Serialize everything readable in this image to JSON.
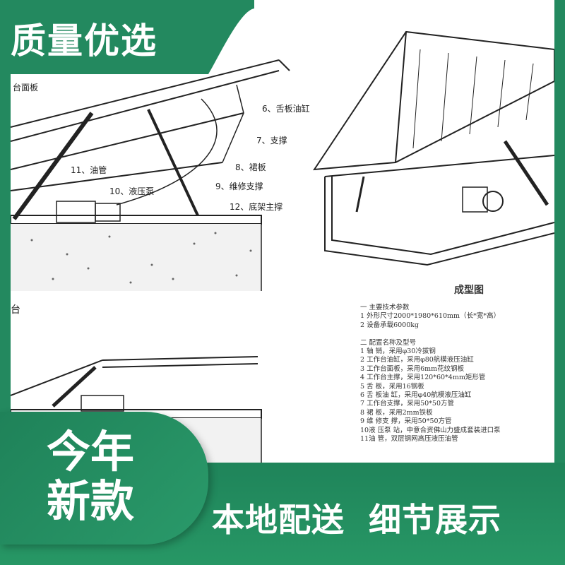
{
  "banner_top": {
    "text": "质量优选"
  },
  "banner_new": {
    "line1": "今年",
    "line2": "新款"
  },
  "banner_bottom": {
    "text": "本地配送  细节展示"
  },
  "drawing": {
    "labels": {
      "panel": "台面板",
      "l6": "6、舌板油缸",
      "l7": "7、支撑",
      "l8": "8、裙板",
      "l9": "9、维修支撑",
      "l10": "10、液压泵",
      "l11": "11、油管",
      "l12": "12、底架主撑",
      "tai": "台"
    },
    "figure_title": "成型图",
    "spec_lines": [
      "一  主要技术参数",
      "1  外形尺寸2000*1980*610mm（长*宽*高）",
      "2  设备承载6000kg",
      "",
      "二    配置名称及型号",
      "1  轴          销，采用φ30冷拔钢",
      "2  工作台油缸，采用φ80航模液压油缸",
      "3  工作台面板，采用6mm花纹钢板",
      "4  工作台主撑，采用120*60*4mm矩形管",
      "5  舌          板，采用16钢板",
      "6  舌  板油  缸，采用φ40航模液压油缸",
      "7  工作台支撑，采用50*50方管",
      "8  裙          板，采用2mm铁板",
      "9  维  修支  撑，采用50*50方管",
      "10液  压泵  站，中意合资佛山力盛成套装进口泵",
      "11油          管，双层钢网高压液压油管"
    ]
  },
  "colors": {
    "brand_green": "#23895f",
    "text_white": "#ffffff"
  }
}
